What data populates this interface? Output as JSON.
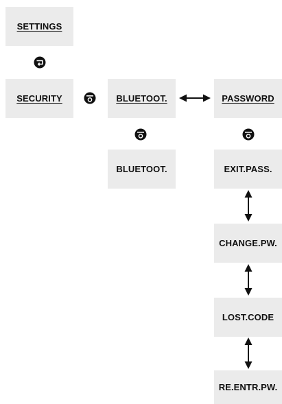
{
  "menu": {
    "settings": "SETTINGS",
    "security": "SECURITY",
    "bluetooth_selected": "BLUETOOT.",
    "password": "PASSWORD",
    "bluetooth_value": "BLUETOOT.",
    "exit_pass": "EXIT.PASS.",
    "change_pw": "CHANGE.PW.",
    "lost_code": "LOST.CODE",
    "re_entr_pw": "RE.ENTR.PW."
  },
  "icons": {
    "back": "back-arrow-icon",
    "enter": "enter-icon",
    "horizontal_arrow": "double-arrow-horizontal-icon",
    "vertical_arrow": "double-arrow-vertical-icon"
  },
  "colors": {
    "box_background": "#ebebeb",
    "icon": "#111111"
  }
}
